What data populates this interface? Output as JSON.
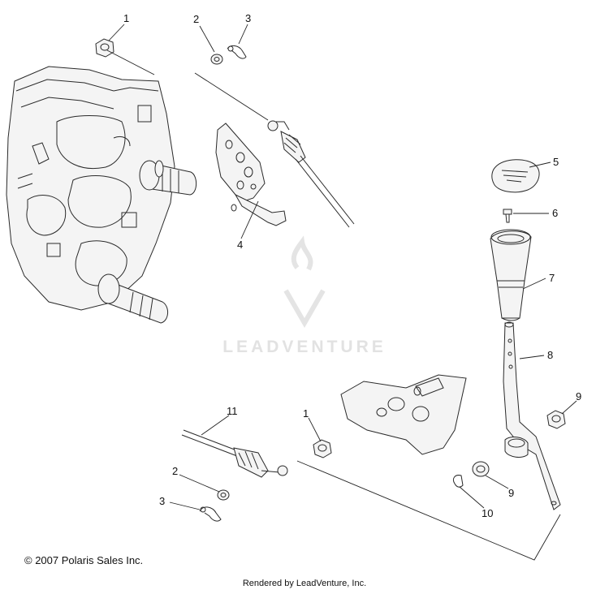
{
  "diagram": {
    "callouts": [
      "1",
      "2",
      "3",
      "4",
      "5",
      "6",
      "7",
      "8",
      "9",
      "11",
      "1",
      "2",
      "3",
      "9",
      "10"
    ],
    "watermark": "LEADVENTURE",
    "copyright": "© 2007 Polaris Sales Inc.",
    "rendered_by": "Rendered by LeadVenture, Inc."
  },
  "colors": {
    "line": "#2a2a2a",
    "fill": "#f4f4f4",
    "watermark": "#e2e2e2"
  }
}
